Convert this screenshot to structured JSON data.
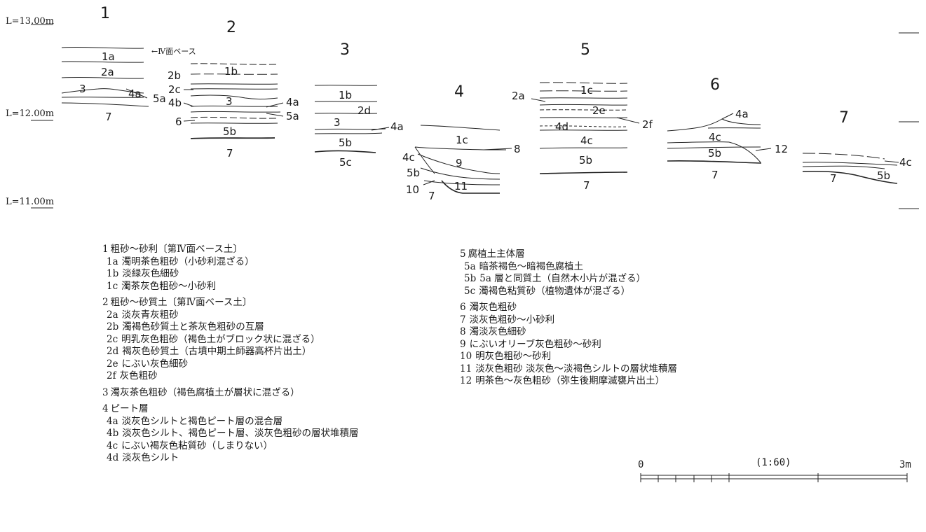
{
  "elevation_labels": [
    "L=13.00m",
    "L=12.00m",
    "L=11.00m"
  ],
  "section_numbers": [
    "1",
    "2",
    "3",
    "4",
    "5",
    "6",
    "7"
  ],
  "annotation": "←Ⅳ面ベース",
  "layer_labels": {
    "s1": [
      "1a",
      "2a",
      "3",
      "4a",
      "5a",
      "7"
    ],
    "s2": [
      "2b",
      "1b",
      "2c",
      "4b",
      "3",
      "4a",
      "5a",
      "6",
      "5b",
      "7"
    ],
    "s3": [
      "1b",
      "2d",
      "3",
      "4a",
      "5b",
      "5c"
    ],
    "s4": [
      "1c",
      "8",
      "4c",
      "9",
      "5b",
      "10",
      "7",
      "11"
    ],
    "s5": [
      "2a",
      "1c",
      "2e",
      "4d",
      "2f",
      "4c",
      "5b",
      "7"
    ],
    "s6": [
      "4a",
      "4c",
      "5b",
      "12",
      "7"
    ],
    "s7": [
      "4c",
      "7",
      "5b"
    ]
  },
  "legend_left": [
    {
      "code": "1",
      "label": "粗砂～砂利〔第Ⅳ面ベース土〕",
      "items": [
        {
          "code": "1a",
          "label": "濁明茶色粗砂（小砂利混ざる）"
        },
        {
          "code": "1b",
          "label": "淡緑灰色細砂"
        },
        {
          "code": "1c",
          "label": "濁茶灰色粗砂～小砂利"
        }
      ]
    },
    {
      "code": "2",
      "label": "粗砂～砂質土〔第Ⅳ面ベース土〕",
      "items": [
        {
          "code": "2a",
          "label": "淡灰青灰粗砂"
        },
        {
          "code": "2b",
          "label": "濁褐色砂質土と茶灰色粗砂の互層"
        },
        {
          "code": "2c",
          "label": "明乳灰色粗砂（褐色土がブロック状に混ざる）"
        },
        {
          "code": "2d",
          "label": "褐灰色砂質土（古墳中期土師器高杯片出土）"
        },
        {
          "code": "2e",
          "label": "にぶい灰色細砂"
        },
        {
          "code": "2f",
          "label": "灰色粗砂"
        }
      ]
    },
    {
      "code": "3",
      "label": "濁灰茶色粗砂（褐色腐植土が層状に混ざる）",
      "items": []
    },
    {
      "code": "4",
      "label": "ピート層",
      "items": [
        {
          "code": "4a",
          "label": "淡灰色シルトと褐色ピート層の混合層"
        },
        {
          "code": "4b",
          "label": "淡灰色シルト、褐色ピート層、淡灰色粗砂の層状堆積層"
        },
        {
          "code": "4c",
          "label": "にぶい褐灰色粘質砂（しまりない）"
        },
        {
          "code": "4d",
          "label": "淡灰色シルト"
        }
      ]
    }
  ],
  "legend_right": [
    {
      "code": "5",
      "label": "腐植土主体層",
      "items": [
        {
          "code": "5a",
          "label": "暗茶褐色～暗褐色腐植土"
        },
        {
          "code": "5b",
          "label": "5a 層と同質土（自然木小片が混ざる）"
        },
        {
          "code": "5c",
          "label": "濁褐色粘質砂（植物遺体が混ざる）"
        }
      ]
    },
    {
      "code": "",
      "label": "",
      "items": [
        {
          "code": "6",
          "label": "濁灰色粗砂"
        },
        {
          "code": "7",
          "label": "淡灰色粗砂～小砂利"
        },
        {
          "code": "8",
          "label": "濁淡灰色細砂"
        },
        {
          "code": "9",
          "label": "にぶいオリーブ灰色粗砂～砂利"
        },
        {
          "code": "10",
          "label": "明灰色粗砂～砂利"
        },
        {
          "code": "11",
          "label": "淡灰色粗砂 淡灰色～淡褐色シルトの層状堆積層"
        },
        {
          "code": "12",
          "label": "明茶色～灰色粗砂（弥生後期摩滅甕片出土）"
        }
      ]
    }
  ],
  "scale": {
    "start": "0",
    "ratio": "(1:60)",
    "end": "3m"
  }
}
